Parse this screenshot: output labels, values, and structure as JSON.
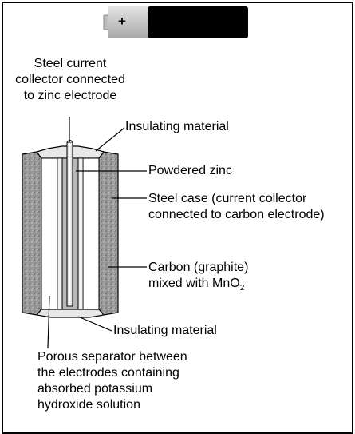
{
  "diagram": {
    "battery_icon": {
      "positive_terminal_symbol": "+"
    },
    "labels": {
      "steel_collector": [
        "Steel current",
        "collector connected",
        "to zinc electrode"
      ],
      "insulating_top": "Insulating material",
      "powdered_zinc": "Powdered zinc",
      "steel_case": [
        "Steel case (current collector",
        "connected to carbon electrode)"
      ],
      "carbon_line1": "Carbon (graphite)",
      "carbon_line2_prefix": "mixed with MnO",
      "carbon_line2_subscript": "2",
      "insulating_bottom": "Insulating material",
      "separator": [
        "Porous separator between",
        "the electrodes containing",
        "absorbed potassium",
        "hydroxide solution"
      ]
    },
    "colors": {
      "battery_body": "#000000",
      "battery_cap": "#c8c8c8",
      "casing_texture": "#8a8a8a",
      "separator": "#ffffff",
      "zinc": "#b8b8b8",
      "collector_rod": "#dcdcdc"
    }
  }
}
